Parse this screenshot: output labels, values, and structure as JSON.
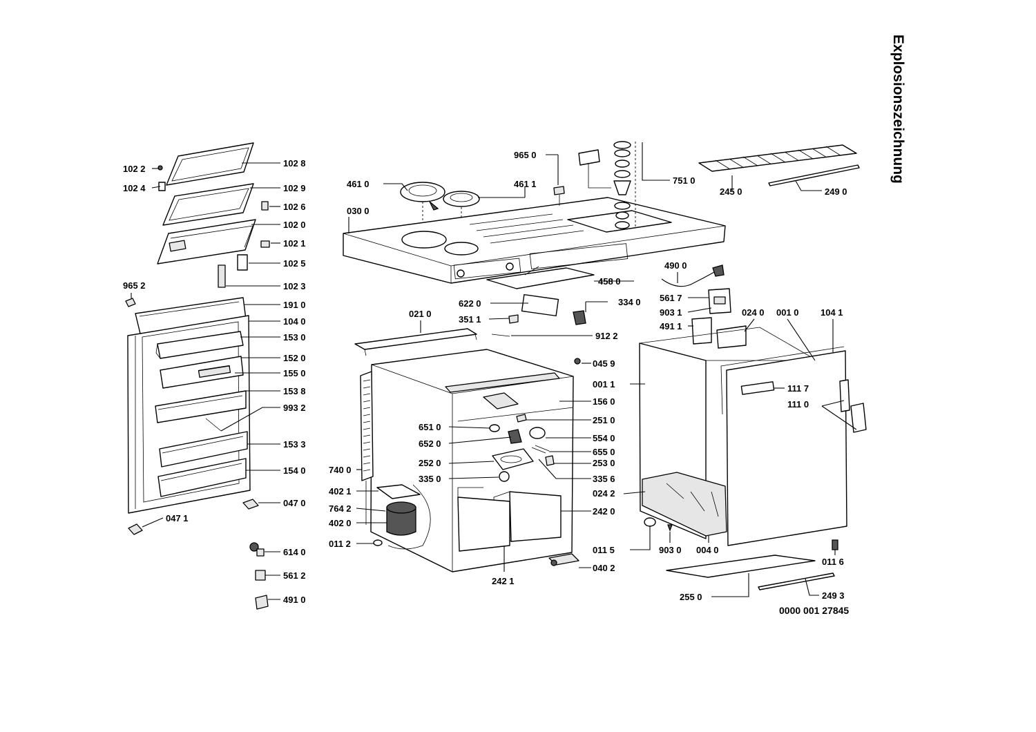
{
  "title": "Explosionszeichnung",
  "document_number": "0000 001 27845",
  "labels": {
    "p1022": "102 2",
    "p1028": "102 8",
    "p1024": "102 4",
    "p1029": "102 9",
    "p1026": "102 6",
    "p1020": "102 0",
    "p1021": "102 1",
    "p1025": "102 5",
    "p1023": "102 3",
    "p9652": "965 2",
    "p1910": "191 0",
    "p1040": "104 0",
    "p1530": "153 0",
    "p1520": "152 0",
    "p1550": "155 0",
    "p1538": "153 8",
    "p9932": "993 2",
    "p1533": "153 3",
    "p1540": "154 0",
    "p0470": "047 0",
    "p0471": "047 1",
    "p6140": "614 0",
    "p5612": "561 2",
    "p4910": "491 0",
    "p9650": "965 0",
    "p4610": "461 0",
    "p4611": "461 1",
    "p7510": "751 0",
    "p0300": "030 0",
    "p4580": "458 0",
    "p6220": "622 0",
    "p3340": "334 0",
    "p0210": "021 0",
    "p3511": "351 1",
    "p9122": "912 2",
    "p0459": "045 9",
    "p1560": "156 0",
    "p6510": "651 0",
    "p2510": "251 0",
    "p6520": "652 0",
    "p5540": "554 0",
    "p6550": "655 0",
    "p2520": "252 0",
    "p2530": "253 0",
    "p7400": "740 0",
    "p3350": "335 0",
    "p3356": "335 6",
    "p4021": "402 1",
    "p7642": "764 2",
    "p4020": "402 0",
    "p0112": "011 2",
    "p2420": "242 0",
    "p2421": "242 1",
    "p0402": "040 2",
    "p2450": "245 0",
    "p2490": "249 0",
    "p4900": "490 0",
    "p5617": "561 7",
    "p9031": "903 1",
    "p4911": "491 1",
    "p0240": "024 0",
    "p0010": "001 0",
    "p1041": "104 1",
    "p0011": "001 1",
    "p1117": "111 7",
    "p1110": "111 0",
    "p0242": "024 2",
    "p0115": "011 5",
    "p9030": "903 0",
    "p0040": "004 0",
    "p0116": "011 6",
    "p2550": "255 0",
    "p2493": "249 3"
  }
}
